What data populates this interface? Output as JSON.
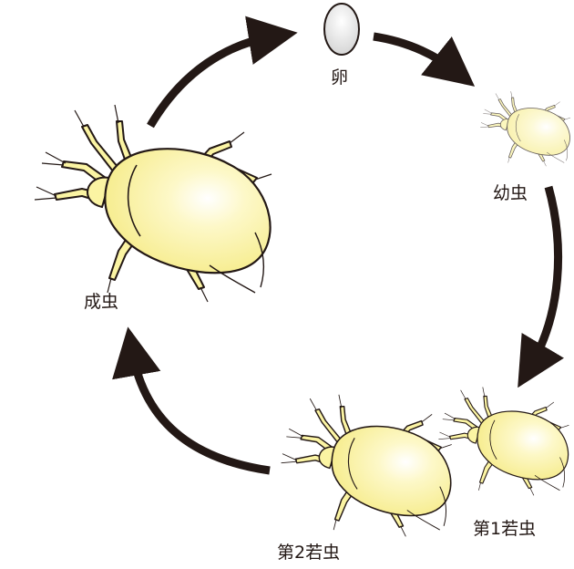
{
  "stages": {
    "egg": "卵",
    "larva": "幼虫",
    "nymph1": "第1若虫",
    "nymph2": "第2若虫",
    "adult": "成虫"
  },
  "colors": {
    "body_fill": "#fbf4a3",
    "body_highlight": "#ffffff",
    "outline": "#231815",
    "arrow": "#231815"
  }
}
